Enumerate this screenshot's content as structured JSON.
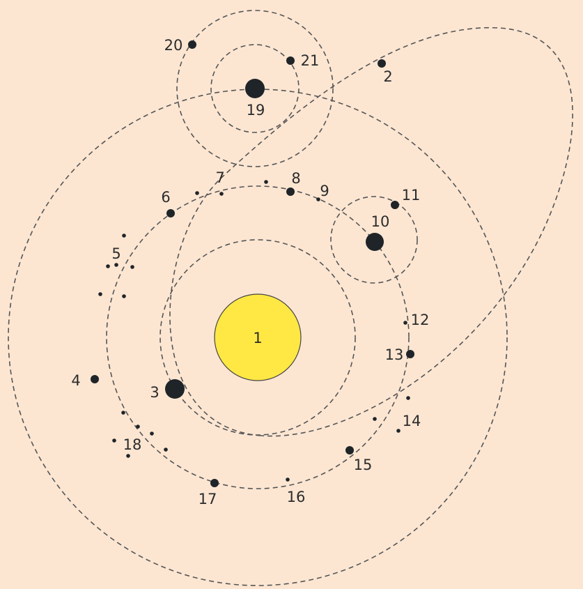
{
  "colors": {
    "background": "#fce6d2",
    "sun": "#ffe843",
    "body": "#1f2428",
    "orbit": "#555555",
    "label": "#2b2b2b"
  },
  "labels": {
    "n1": "1",
    "n2": "2",
    "n3": "3",
    "n4": "4",
    "n5": "5",
    "n6": "6",
    "n7": "7",
    "n8": "8",
    "n9": "9",
    "n10": "10",
    "n11": "11",
    "n12": "12",
    "n13": "13",
    "n14": "14",
    "n15": "15",
    "n16": "16",
    "n17": "17",
    "n18": "18",
    "n19": "19",
    "n20": "20",
    "n21": "21"
  }
}
